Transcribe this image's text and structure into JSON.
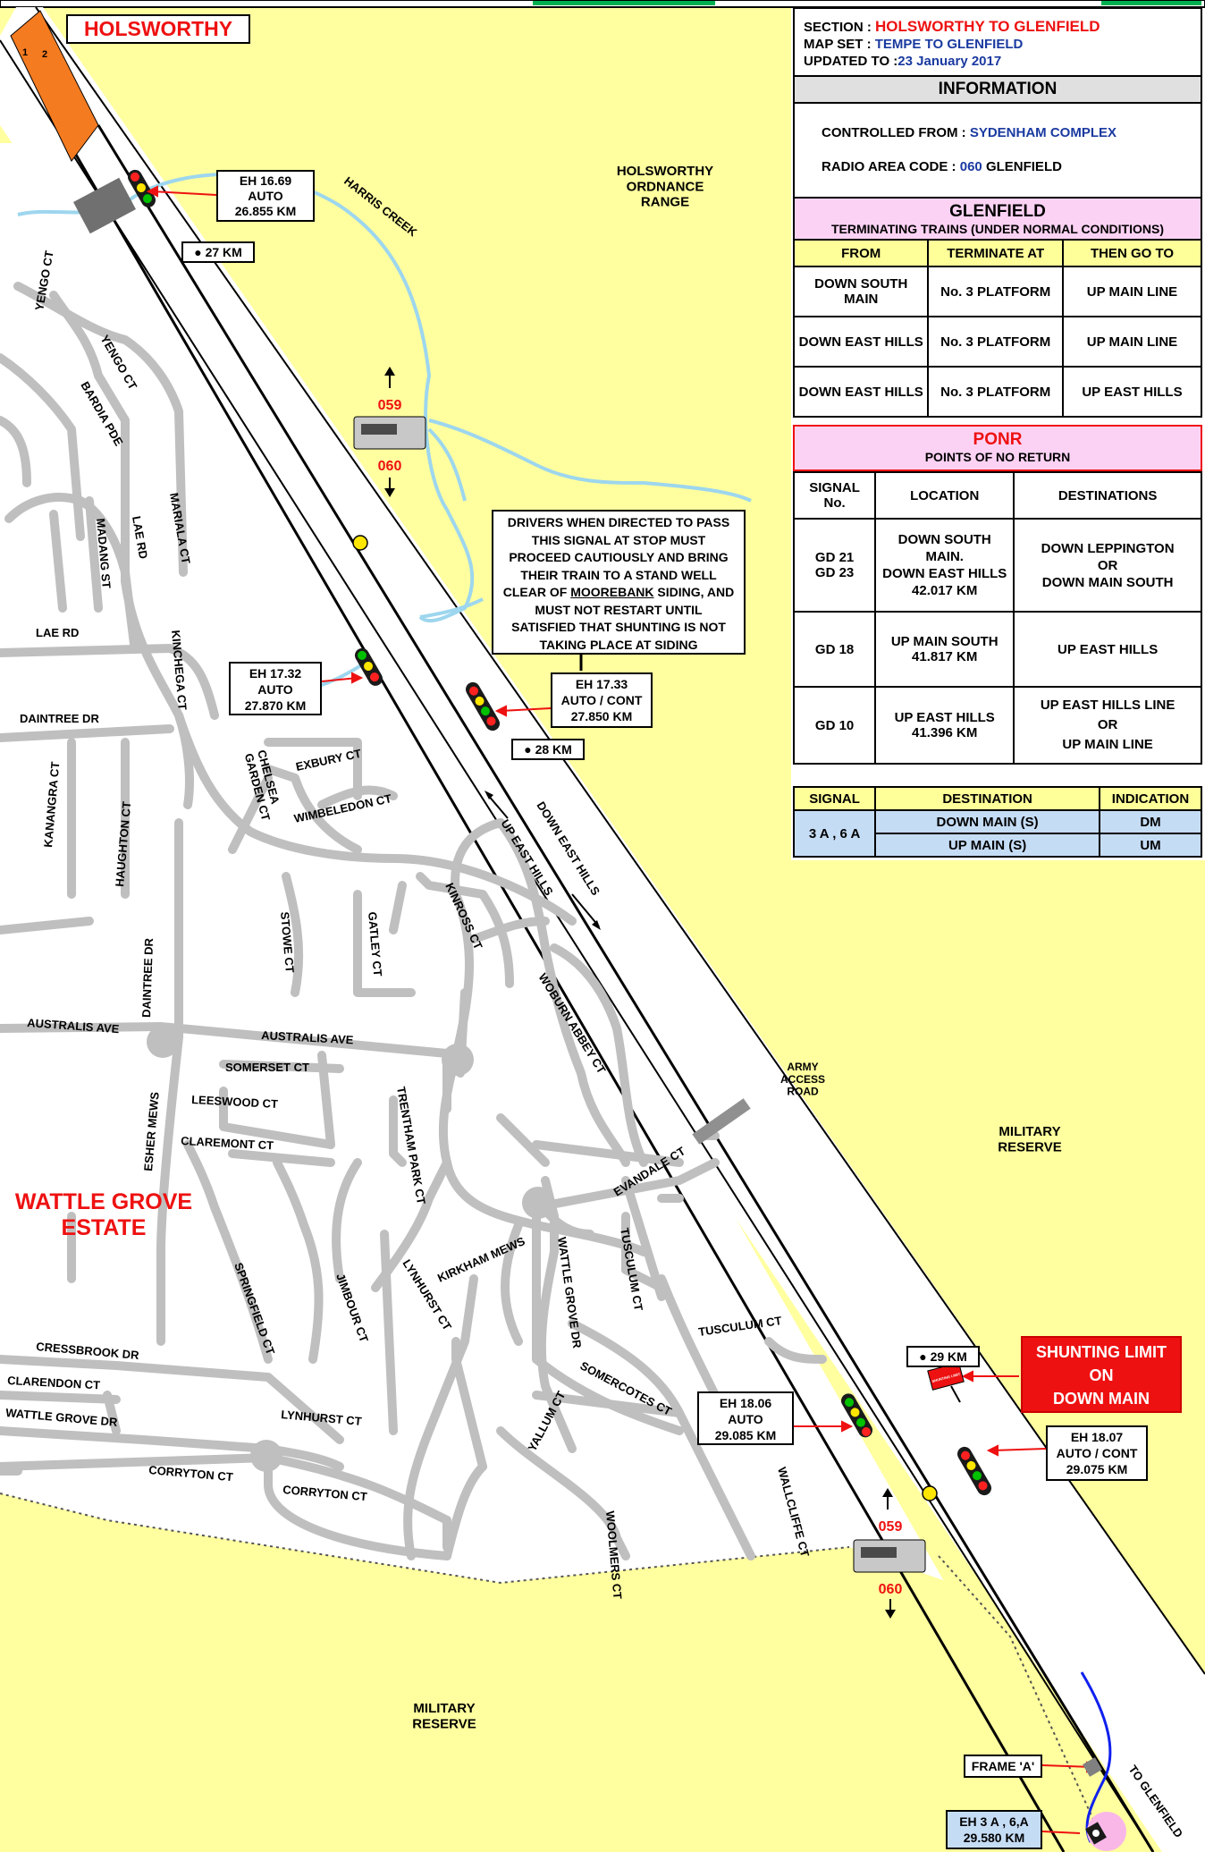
{
  "location_label": "HOLSWORTHY",
  "section": {
    "section_key": "SECTION :",
    "section_val": "HOLSWORTHY TO GLENFIELD",
    "mapset_key": "MAP SET :",
    "mapset_val": "TEMPE TO GLENFIELD",
    "updated_key": "UPDATED TO :",
    "updated_val": "23 January 2017"
  },
  "information": {
    "title": "INFORMATION",
    "controlled_key": "CONTROLLED FROM :",
    "controlled_val": "SYDENHAM COMPLEX",
    "radio_key": "RADIO AREA CODE :",
    "radio_code": "060",
    "radio_area": "GLENFIELD"
  },
  "glenfield": {
    "title": "GLENFIELD",
    "subtitle": "TERMINATING TRAINS (UNDER NORMAL CONDITIONS)",
    "headers": [
      "FROM",
      "TERMINATE AT",
      "THEN GO TO"
    ],
    "rows": [
      [
        "DOWN SOUTH MAIN",
        "No. 3 PLATFORM",
        "UP MAIN LINE"
      ],
      [
        "DOWN EAST HILLS",
        "No. 3 PLATFORM",
        "UP MAIN LINE"
      ],
      [
        "DOWN EAST HILLS",
        "No. 3 PLATFORM",
        "UP EAST HILLS"
      ]
    ]
  },
  "ponr": {
    "title": "PONR",
    "subtitle": "POINTS OF NO RETURN",
    "headers": [
      "SIGNAL No.",
      "LOCATION",
      "DESTINATIONS"
    ],
    "rows": [
      {
        "signal": "GD 21\nGD 23",
        "location": "DOWN SOUTH MAIN.\nDOWN EAST HILLS\n42.017 KM",
        "destinations": "DOWN LEPPINGTON\nOR\nDOWN MAIN SOUTH"
      },
      {
        "signal": "GD 18",
        "location": "UP MAIN SOUTH\n41.817 KM",
        "destinations": "UP EAST HILLS"
      },
      {
        "signal": "GD 10",
        "location": "UP EAST HILLS\n41.396 KM",
        "destinations": "UP  EAST HILLS LINE\nOR\nUP MAIN LINE"
      }
    ]
  },
  "indication": {
    "headers": [
      "SIGNAL",
      "DESTINATION",
      "INDICATION"
    ],
    "signal": "3 A , 6 A",
    "rows": [
      [
        "DOWN MAIN (S)",
        "DM"
      ],
      [
        "UP MAIN (S)",
        "UM"
      ]
    ]
  },
  "signals": {
    "eh1669": "EH 16.69\nAUTO\n26.855 KM",
    "eh1732": "EH 17.32\nAUTO\n27.870 KM",
    "eh1733": "EH 17.33\nAUTO / CONT\n27.850 KM",
    "eh1806": "EH 18.06\nAUTO\n29.085 KM",
    "eh1807": "EH 18.07\nAUTO / CONT\n29.075 KM",
    "eh3a6a": "EH 3 A ,  6,A\n29.580 KM"
  },
  "km_markers": {
    "km27": "27 KM",
    "km28": "28 KM",
    "km29": "29 KM"
  },
  "radio": {
    "upper_a": "059",
    "upper_b": "060",
    "lower_a": "059",
    "lower_b": "060"
  },
  "drivers_note": "DRIVERS WHEN DIRECTED TO PASS\nTHIS SIGNAL AT STOP MUST\nPROCEED CAUTIOUSLY AND BRING\nTHEIR TRAIN TO A STAND WELL\nCLEAR OF |MOOREBANK| SIDING, AND\nMUST NOT RESTART UNTIL\nSATISFIED THAT SHUNTING IS NOT\nTAKING PLACE AT SIDING",
  "shunting": "SHUNTING LIMIT\nON\nDOWN MAIN",
  "shunt_board": "SHUNTING LIMIT",
  "frame": "FRAME 'A'",
  "line_labels": {
    "down": "DOWN EAST HILLS",
    "up": "UP EAST HILLS",
    "to_glenfield": "TO GLENFIELD"
  },
  "track_numbers": [
    "1",
    "2"
  ],
  "areas": {
    "ordnance": "HOLSWORTHY\nORDNANCE\nRANGE",
    "military1": "MILITARY\nRESERVE",
    "military2": "MILITARY\nRESERVE",
    "army": "ARMY\nACCESS\nROAD",
    "wattle": "WATTLE GROVE\nESTATE",
    "harris": "HARRIS CREEK"
  },
  "streets": {
    "yengo1": "YENGO CT",
    "yengo2": "YENGO CT",
    "bardia": "BARDIA PDE",
    "mariala": "MARIALA CT",
    "lae1": "LAE RD",
    "madang": "MADANG ST",
    "lae2": "LAE RD",
    "kinchega": "KINCHEGA CT",
    "daintree": "DAINTREE DR",
    "kanangra": "KANANGRA CT",
    "haughton": "HAUGHTON CT",
    "chelsea": "CHELSEA\nGARDEN CT",
    "exbury": "EXBURY CT",
    "wimbeledon": "WIMBELEDON CT",
    "kinross": "KINROSS CT",
    "stowe": "STOWE CT",
    "gatley": "GATLEY CT",
    "daintree2": "DAINTREE DR",
    "woburn": "WOBURN ABBEY CT",
    "australis1": "AUSTRALIS AVE",
    "australis2": "AUSTRALIS AVE",
    "somerset": "SOMERSET CT",
    "leeswood": "LEESWOOD CT",
    "esher": "ESHER MEWS",
    "claremont": "CLAREMONT CT",
    "trentham": "TRENTHAM PARK CT",
    "evandale": "EVANDALE CT",
    "tusculum1": "TUSCULUM CT",
    "kirkham": "KIRKHAM MEWS",
    "lynhurst1": "LYNHURST CT",
    "wattlegrove": "WATTLE GROVE DR",
    "springfield": "SPRINGFIELD CT",
    "jimbour": "JIMBOUR CT",
    "tusculum2": "TUSCULUM CT",
    "cressbrook": "CRESSBROOK DR",
    "clarendon": "CLARENDON CT",
    "somercotes": "SOMERCOTES CT",
    "wattlegrove2": "WATTLE GROVE DR",
    "lynhurst2": "LYNHURST CT",
    "yallum": "YALLUM CT",
    "corryton1": "CORRYTON CT",
    "corryton2": "CORRYTON CT",
    "woolmers": "WOOLMERS CT",
    "wallcliffe": "WALLCLIFFE CT"
  }
}
